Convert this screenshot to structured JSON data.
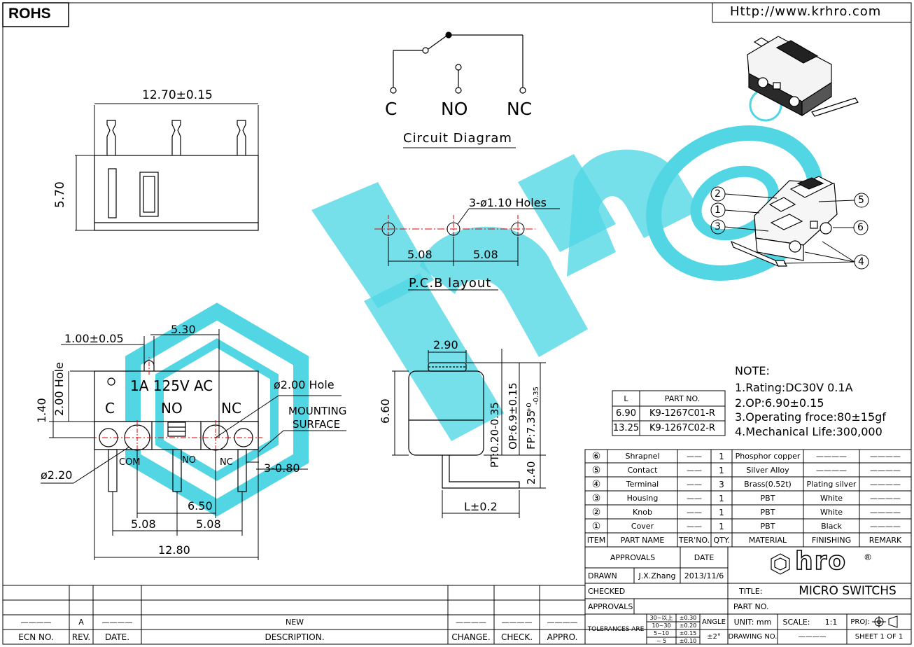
{
  "header": {
    "rohs": "ROHS",
    "website": "Http://www.krhro.com"
  },
  "circuit": {
    "title": "Circuit Diagram",
    "terminals": [
      "C",
      "NO",
      "NC"
    ]
  },
  "pcb": {
    "title": "P.C.B layout",
    "holes_label": "3-ø1.10 Holes",
    "pitch_left": "5.08",
    "pitch_right": "5.08"
  },
  "top_view": {
    "width": "12.70±0.15",
    "height": "5.70"
  },
  "front_view": {
    "marking": "1A 125V AC",
    "labels": [
      "C",
      "NO",
      "NC"
    ],
    "pin_labels": [
      "COM",
      "NO",
      "NC"
    ],
    "dim_top_pin": "1.00±0.05",
    "dim_530": "5.30",
    "dim_hole_v": "2.00 Hole",
    "dim_140": "1.40",
    "dim_hole_d": "ø2.00 Hole",
    "mounting": [
      "MOUNTING",
      "SURFACE"
    ],
    "dim_080": "3-0.80",
    "dim_220": "ø2.20",
    "dim_650": "6.50",
    "dim_508a": "5.08",
    "dim_508b": "5.08",
    "dim_1280": "12.80"
  },
  "side_view": {
    "dim_290": "2.90",
    "dim_660": "6.60",
    "pt": "PT:0.20-0.35",
    "op": "OP:6.9±0.15",
    "fp": "FP:7.35",
    "fp_tol_top": "+0",
    "fp_tol_bottom": "-0.35",
    "dim_240": "2.40",
    "dim_l": "L±0.2"
  },
  "variants": {
    "headers": [
      "L",
      "PART NO."
    ],
    "rows": [
      [
        "6.90",
        "K9-1267C01-R"
      ],
      [
        "13.25",
        "K9-1267C02-R"
      ]
    ]
  },
  "notes": {
    "title": "NOTE:",
    "items": [
      "1.Rating:DC30V  0.1A",
      "2.OP:6.90±0.15",
      "3.Operating  froce:80±15gf",
      "4.Mechanical  Life:300,000"
    ]
  },
  "exploded_callouts": [
    "2",
    "1",
    "3",
    "5",
    "6",
    "4"
  ],
  "bom": {
    "headers": [
      "ITEM",
      "PART NAME",
      "TER'NO.",
      "QTY.",
      "MATERIAL",
      "FINISHING",
      "REMARK"
    ],
    "rows": [
      {
        "item": "⑥",
        "name": "Shrapnel",
        "ter": "——",
        "qty": "1",
        "material": "Phosphor copper",
        "finishing": "————",
        "remark": "————"
      },
      {
        "item": "⑤",
        "name": "Contact",
        "ter": "——",
        "qty": "1",
        "material": "Silver Alloy",
        "finishing": "————",
        "remark": "————"
      },
      {
        "item": "④",
        "name": "Terminal",
        "ter": "——",
        "qty": "3",
        "material": "Brass(0.52t)",
        "finishing": "Plating silver",
        "remark": "————"
      },
      {
        "item": "③",
        "name": "Housing",
        "ter": "——",
        "qty": "1",
        "material": "PBT",
        "finishing": "White",
        "remark": "————"
      },
      {
        "item": "②",
        "name": "Knob",
        "ter": "——",
        "qty": "1",
        "material": "PBT",
        "finishing": "White",
        "remark": "————"
      },
      {
        "item": "①",
        "name": "Cover",
        "ter": "——",
        "qty": "1",
        "material": "PBT",
        "finishing": "Black",
        "remark": "————"
      }
    ]
  },
  "title_block": {
    "approvals_hdr": "APPROVALS",
    "date_hdr": "DATE",
    "drawn_label": "DRAWN",
    "drawn_name": "J.X.Zhang",
    "drawn_date": "2013/11/6",
    "checked_label": "CHECKED",
    "approvals_label": "APPROVALS",
    "logo": "hro",
    "logo_reg": "®",
    "title_label": "TITLE:",
    "title_value": "MICRO  SWITCHS",
    "partno_label": "PART NO.",
    "tol_label": "TOLERANCES ARE",
    "tol_ranges": [
      "30~以上",
      "10~30",
      "5~10",
      "~ 5"
    ],
    "tol_values": [
      "±0.30",
      "±0.20",
      "±0.15",
      "±0.10"
    ],
    "angle_label": "ANGLE",
    "angle_value": "±2°",
    "unit": "UNIT:  mm",
    "scale_label": "SCALE:",
    "scale_value": "1:1",
    "proj": "PROJ:",
    "drawing_no": "DRAWING NO.",
    "drawing_no_value": "————",
    "sheet": "SHEET  1  OF  1"
  },
  "revision_block": {
    "row": {
      "ecn": "————",
      "rev": "A",
      "date": "————",
      "desc": "NEW",
      "change": "————",
      "check": "————",
      "appro": "————"
    },
    "headers": [
      "ECN NO.",
      "REV.",
      "DATE.",
      "DESCRIPTION.",
      "CHANGE.",
      "CHECK.",
      "APPRO."
    ]
  },
  "colors": {
    "watermark": "#33cfe0",
    "centerline": "#e00000",
    "line": "#000000"
  }
}
